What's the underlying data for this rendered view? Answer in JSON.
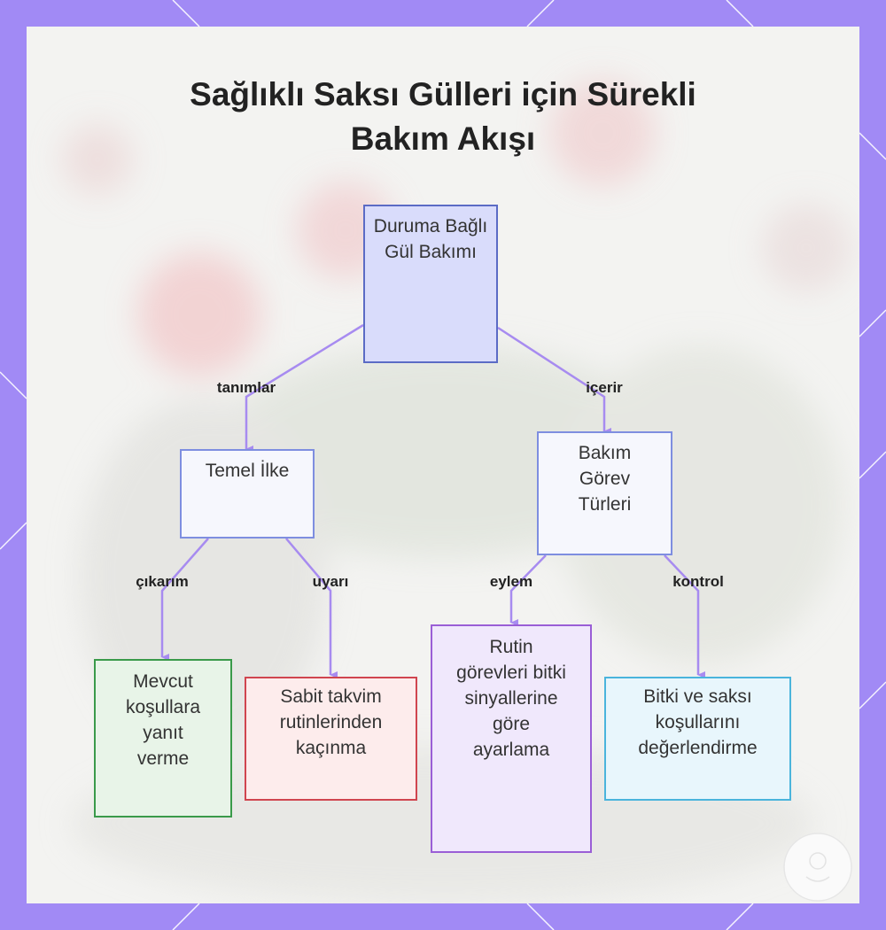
{
  "title": {
    "line1": "Sağlıklı Saksı Gülleri için Sürekli",
    "line2": "Bakım Akışı"
  },
  "nodes": {
    "root": "Duruma Bağlı Gül Bakımı",
    "principle": "Temel İlke",
    "task_types": "Bakım Görev Türleri",
    "respond": "Mevcut koşullara yanıt verme",
    "avoid": "Sabit takvim rutinlerinden kaçınma",
    "adjust": "Rutin görevleri bitki sinyallerine göre ayarlama",
    "assess": "Bitki ve saksı koşullarını değerlendirme"
  },
  "edges": {
    "defines": "tanımlar",
    "contains": "içerir",
    "inference": "çıkarım",
    "warning": "uyarı",
    "action": "eylem",
    "control": "kontrol"
  },
  "colors": {
    "frame": "#a18af5",
    "edge": "#a78bf0",
    "root_fill": "#d9dcfb",
    "root_border": "#5b6bc5",
    "principle_fill": "#f6f7fd",
    "principle_border": "#7e8ee0",
    "tasks_fill": "#f6f7fd",
    "tasks_border": "#7e8ee0",
    "respond_fill": "#e8f4e8",
    "respond_border": "#3a9a4a",
    "avoid_fill": "#fdecec",
    "avoid_border": "#d0454f",
    "adjust_fill": "#f0e8fc",
    "adjust_border": "#9a5ed6",
    "assess_fill": "#e8f6fc",
    "assess_border": "#4ab4dc"
  }
}
